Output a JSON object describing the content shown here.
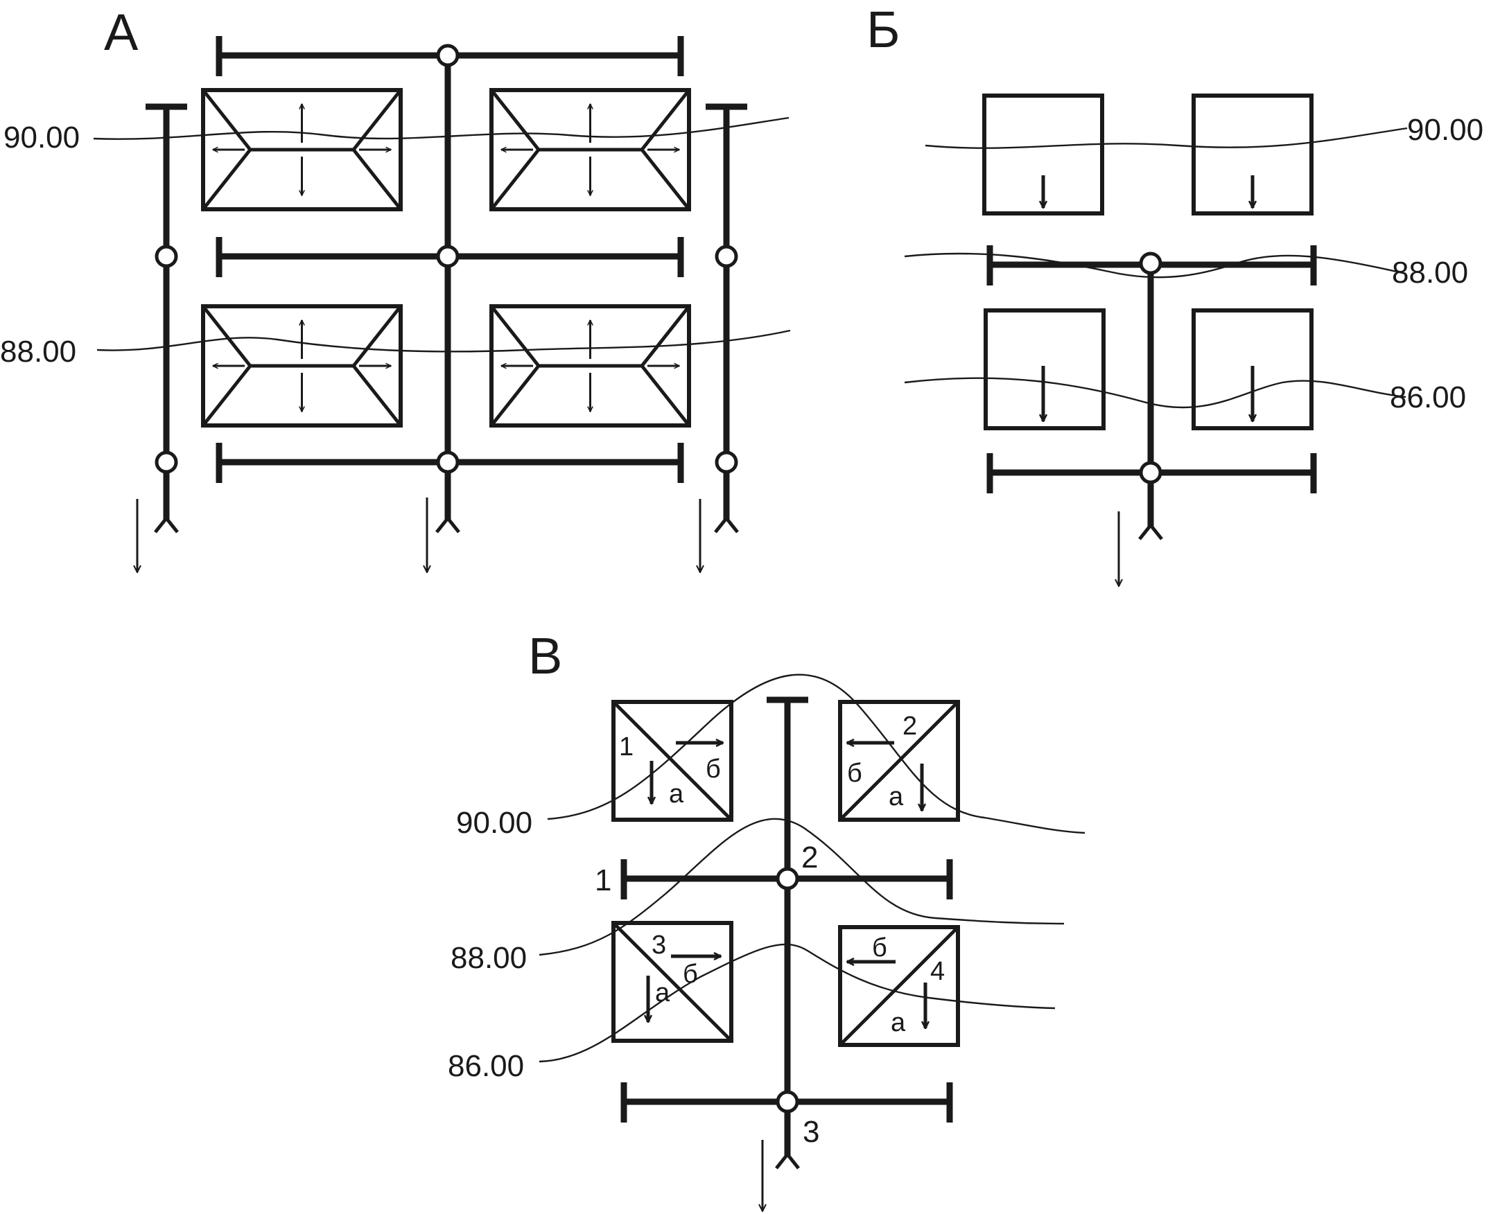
{
  "panels": [
    {
      "id": "A",
      "label": "А",
      "elevations": [
        "90.00",
        "88.00"
      ]
    },
    {
      "id": "B",
      "label": "Б",
      "elevations": [
        "90.00",
        "88.00",
        "86.00"
      ]
    },
    {
      "id": "V",
      "label": "В",
      "elevations": [
        "90.00",
        "88.00",
        "86.00"
      ],
      "buildings": [
        {
          "number": "1",
          "slope_a": "а",
          "slope_b": "б"
        },
        {
          "number": "2",
          "slope_a": "а",
          "slope_b": "б"
        },
        {
          "number": "3",
          "slope_a": "а",
          "slope_b": "б"
        },
        {
          "number": "4",
          "slope_a": "а",
          "slope_b": "б"
        }
      ],
      "nodes": [
        "1",
        "2",
        "3"
      ]
    }
  ],
  "colors": {
    "ink": "#1a1a1a",
    "background": "#ffffff"
  }
}
